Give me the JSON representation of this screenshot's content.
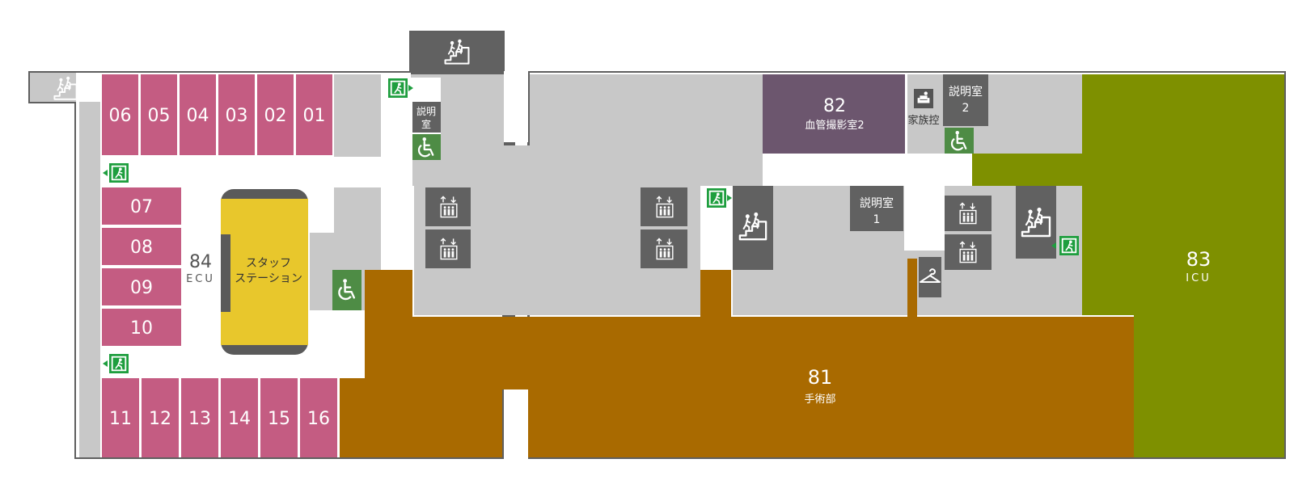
{
  "colors": {
    "wall": "#5f5f5f",
    "corridor": "#ffffff",
    "area": "#c8c8c8",
    "room_pink": "#c45c82",
    "staff_station": "#e8c72c",
    "staff_frame": "#5a5a5a",
    "surgery": "#a96a00",
    "icu": "#7e9000",
    "angio": "#6c566e",
    "service_box": "#616161",
    "accessible": "#4e8c45",
    "exit_green": "#1e9e3e"
  },
  "rooms_top": [
    "06",
    "05",
    "04",
    "03",
    "02",
    "01"
  ],
  "rooms_left": [
    "07",
    "08",
    "09",
    "10"
  ],
  "rooms_bottom": [
    "11",
    "12",
    "13",
    "14",
    "15",
    "16"
  ],
  "ecu": {
    "number": "84",
    "name": "ECU"
  },
  "staff_station": {
    "line1": "スタッフ",
    "line2": "ステーション"
  },
  "surgery": {
    "number": "81",
    "name": "手術部"
  },
  "angio": {
    "number": "82",
    "name": "血管撮影室2"
  },
  "icu": {
    "number": "83",
    "name": "ICU"
  },
  "explain_room_small": {
    "line1": "説明",
    "line2": "室"
  },
  "explain_room_1": {
    "line1": "説明室",
    "line2": "1"
  },
  "explain_room_2": {
    "line1": "説明室",
    "line2": "2"
  },
  "family_waiting": "家族控",
  "icons": {
    "stairs": "stairs-icon",
    "elevator": "elevator-icon",
    "emergency_exit": "emergency-exit-icon",
    "accessible_toilet": "accessible-toilet-icon",
    "cloakroom": "hanger-icon",
    "family_room": "family-waiting-icon"
  }
}
